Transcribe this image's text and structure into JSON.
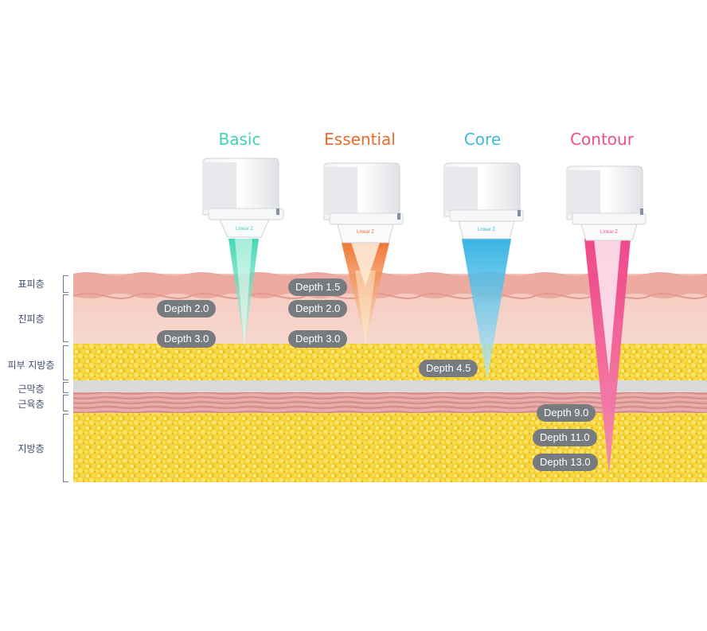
{
  "cartridges": [
    {
      "name": "Basic",
      "color": "#3fd3b4",
      "label": "Linear Z"
    },
    {
      "name": "Essential",
      "color": "#ec6a2c",
      "label": "Linear Z"
    },
    {
      "name": "Core",
      "color": "#3fb9de",
      "label": "Linear Z"
    },
    {
      "name": "Contour",
      "color": "#ef4f8d",
      "label": "Linear Z"
    }
  ],
  "layers": {
    "epidermis": "표피층",
    "dermis": "진피층",
    "subcutaneous_fat": "피부 지방층",
    "fascia": "근막층",
    "muscle": "근육층",
    "fat": "지방층"
  },
  "depths": {
    "basic": [
      "Depth 2.0",
      "Depth 3.0"
    ],
    "essential": [
      "Depth 1.5",
      "Depth 2.0",
      "Depth 3.0"
    ],
    "core": [
      "Depth 4.5"
    ],
    "contour": [
      "Depth 9.0",
      "Depth 11.0",
      "Depth 13.0"
    ]
  }
}
